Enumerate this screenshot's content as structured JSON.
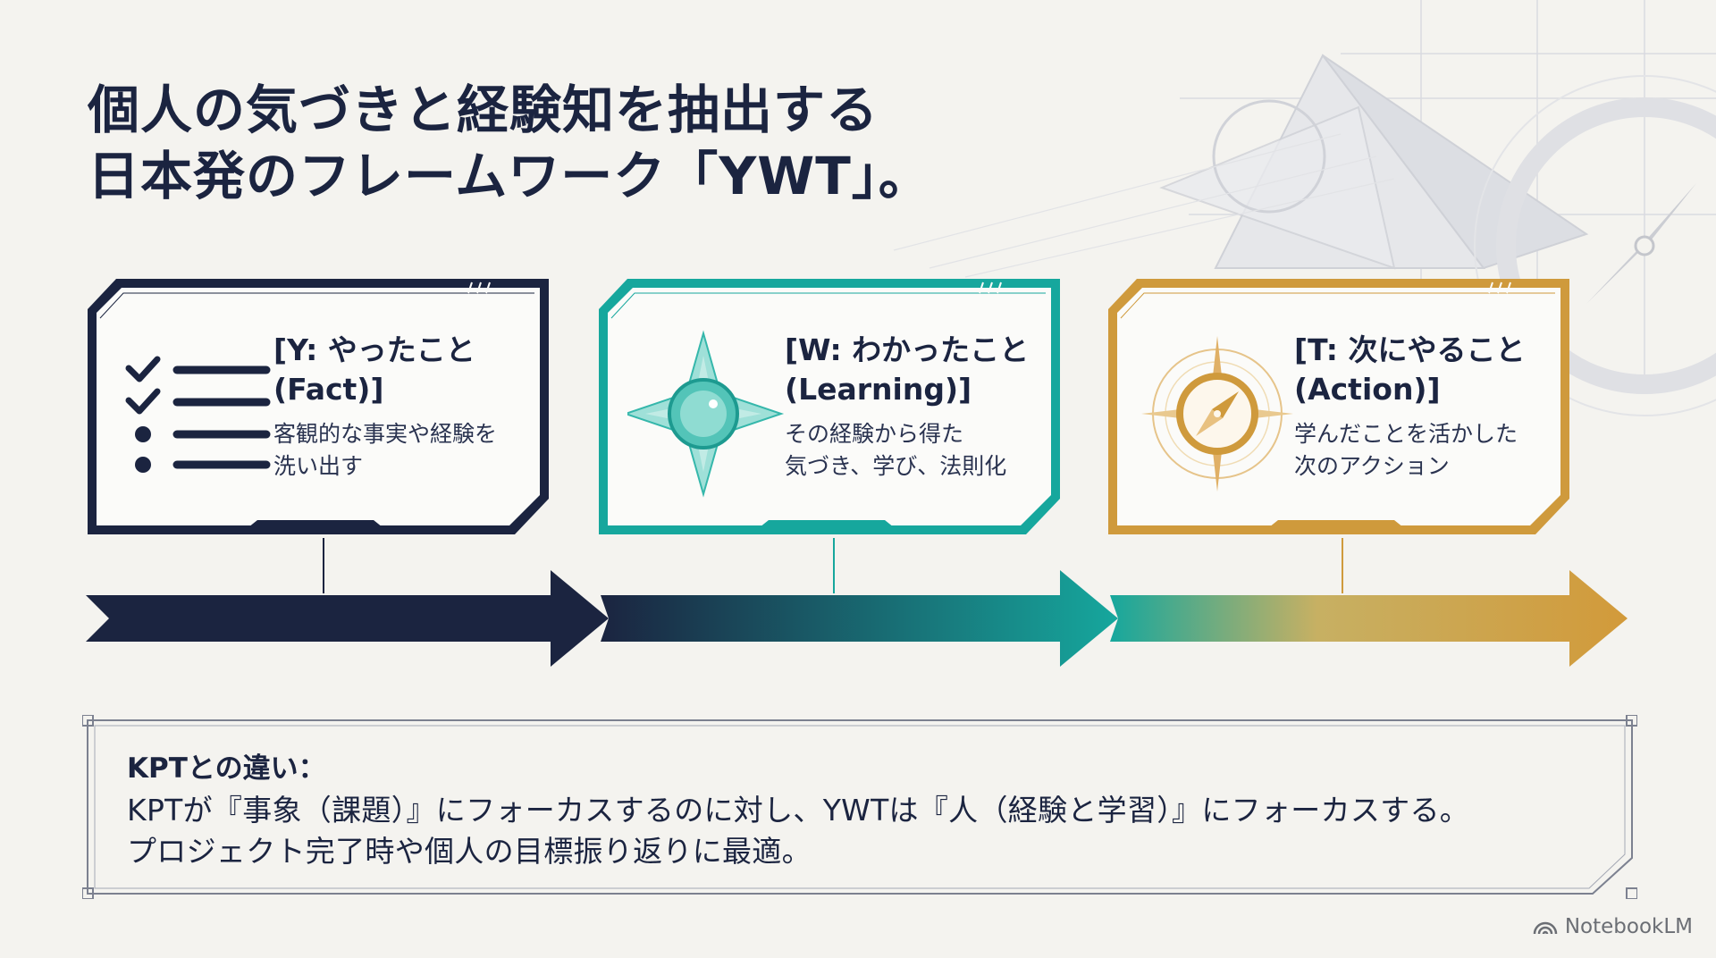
{
  "title": {
    "line1": "個人の気づきと経験知を抽出する",
    "line2": "日本発のフレームワーク「YWT」。"
  },
  "colors": {
    "navy": "#1b2440",
    "teal": "#16a79d",
    "gold": "#cf9a3c",
    "background": "#f4f3ef"
  },
  "steps": [
    {
      "id": "Y",
      "heading": "[Y: やったこと\n(Fact)]",
      "description": "客観的な事実や経験を\n洗い出す",
      "icon": "checklist-icon",
      "color": "#1b2440"
    },
    {
      "id": "W",
      "heading": "[W: わかったこと\n(Learning)]",
      "description": "その経験から得た\n気づき、学び、法則化",
      "icon": "crystal-star-icon",
      "color": "#16a79d"
    },
    {
      "id": "T",
      "heading": "[T: 次にやること\n(Action)]",
      "description": "学んだことを活かした\n次のアクション",
      "icon": "compass-icon",
      "color": "#cf9a3c"
    }
  ],
  "note": {
    "title": "KPTとの違い：",
    "line1": "KPTが『事象（課題）』にフォーカスするのに対し、YWTは『人（経験と学習）』にフォーカスする。",
    "line2": "プロジェクト完了時や個人の目標振り返りに最適。"
  },
  "watermark": {
    "label": "NotebookLM",
    "icon": "notebooklm-logo-icon"
  }
}
